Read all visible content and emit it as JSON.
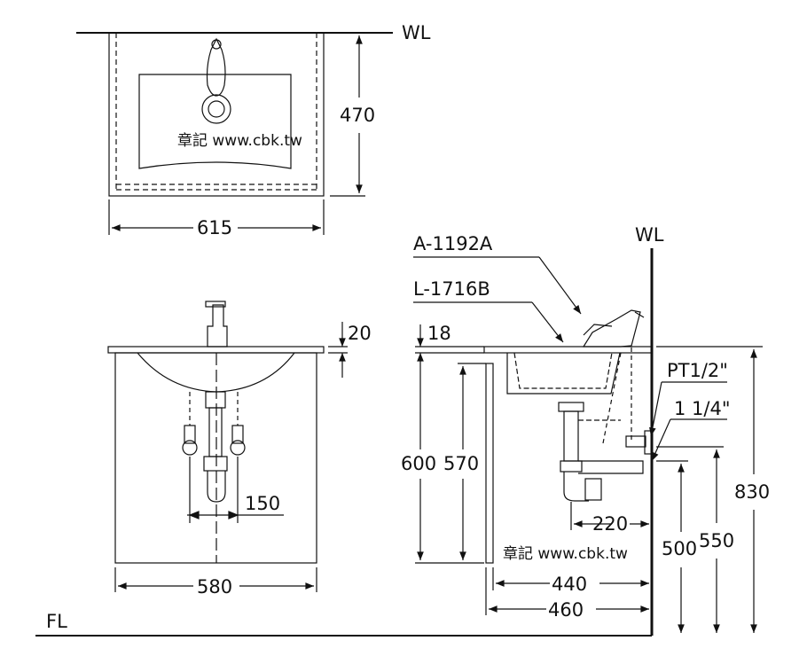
{
  "labels": {
    "wl_top": "WL",
    "wl_side": "WL",
    "fl": "FL",
    "faucet_model": "A-1192A",
    "basin_model": "L-1716B",
    "pt_thread": "PT1/2\"",
    "drain_thread": "1 1/4\"",
    "watermark_top": "章記 www.cbk.tw",
    "watermark_side": "章記 www.cbk.tw"
  },
  "dimensions": {
    "top_depth": "470",
    "top_width": "615",
    "front_top_thickness": "20",
    "front_width": "580",
    "front_supply_spacing": "150",
    "side_top_thickness": "18",
    "side_height_600": "600",
    "side_height_570": "570",
    "side_drain_offset": "220",
    "side_depth_440": "440",
    "side_depth_460": "460",
    "side_height_500": "500",
    "side_height_550": "550",
    "side_height_830": "830"
  },
  "colors": {
    "line": "#111111",
    "background": "#ffffff"
  }
}
